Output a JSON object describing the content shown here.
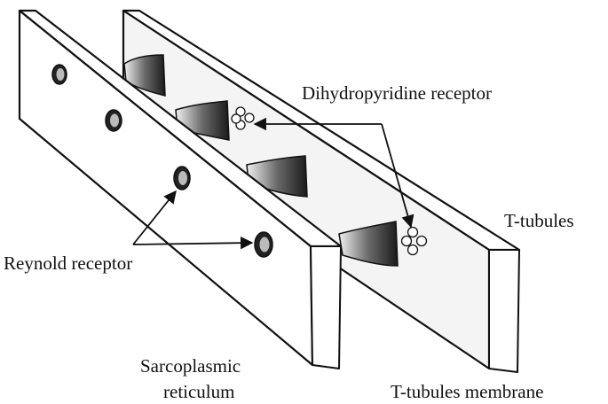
{
  "labels": {
    "dhp_receptor": "Dihydropyridine receptor",
    "t_tubules": "T-tubules",
    "reynold_receptor": "Reynold receptor",
    "sr_line1": "Sarcoplasmic",
    "sr_line2": "reticulum",
    "t_tubules_membrane": "T-tubules membrane"
  },
  "colors": {
    "ink": "#111111",
    "background": "#ffffff"
  }
}
